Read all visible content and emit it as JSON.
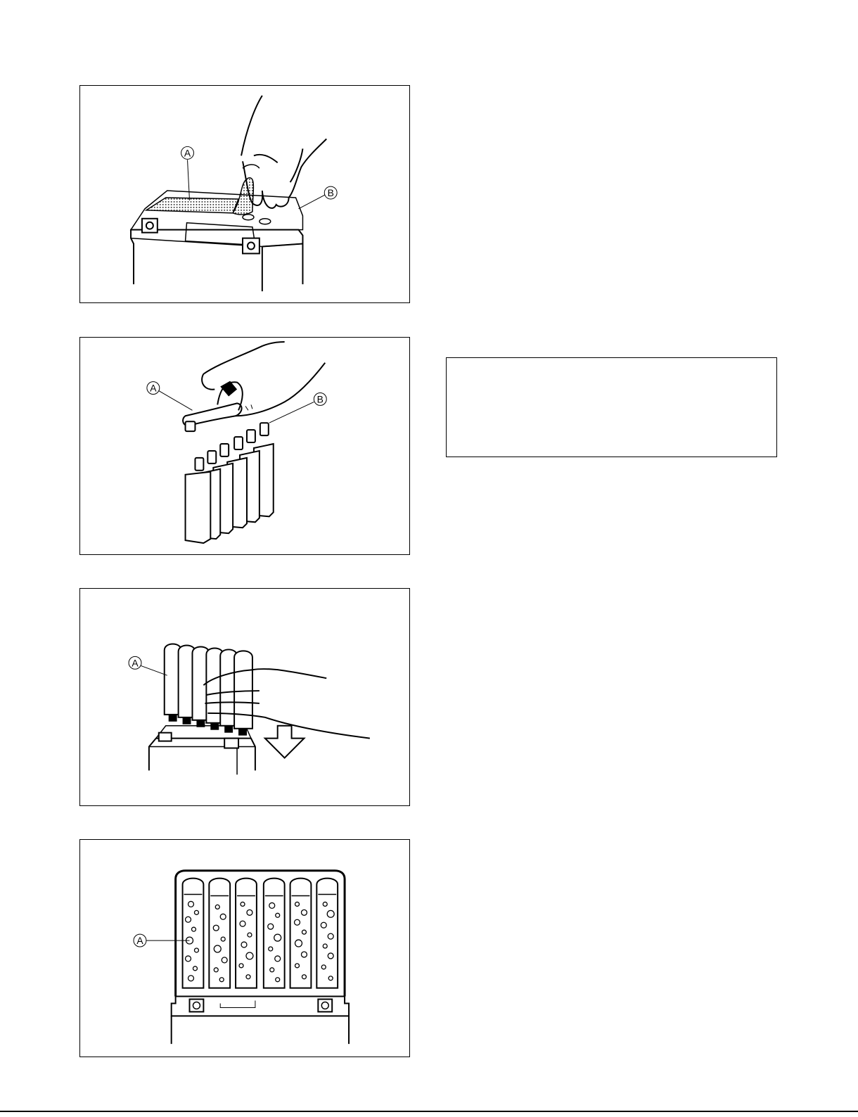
{
  "figures": [
    {
      "id": "fig1",
      "callouts": [
        "A",
        "B"
      ]
    },
    {
      "id": "fig2",
      "callouts": [
        "A",
        "B"
      ]
    },
    {
      "id": "fig3",
      "callouts": [
        "A"
      ]
    },
    {
      "id": "fig4",
      "callouts": [
        "A"
      ]
    }
  ],
  "note_box": {}
}
